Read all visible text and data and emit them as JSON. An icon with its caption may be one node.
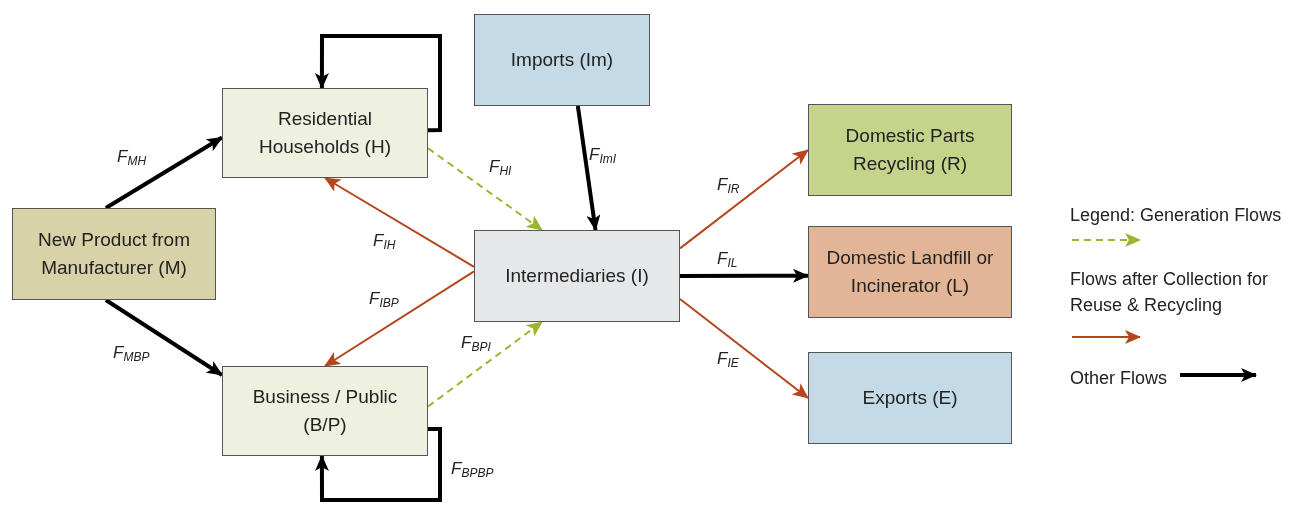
{
  "diagram": {
    "nodes": [
      {
        "text": [
          "Residential Households (H)"
        ]
      },
      {
        "text": [
          "Imports (Im)"
        ]
      },
      {
        "text": [
          "New Product from Manufacturer (M)"
        ]
      },
      {
        "text": [
          "Intermediaries (I)"
        ]
      },
      {
        "text": [
          "Business / Public (B/P)"
        ]
      },
      {
        "text": [
          "Domestic Parts Recycling (R)"
        ]
      },
      {
        "text": [
          "Domestic Landfill or Incinerator (L)"
        ]
      },
      {
        "text": [
          "Exports (E)"
        ]
      }
    ],
    "edges": [
      {
        "from": 0,
        "to": 0,
        "arrow": "to",
        "style": "thick"
      },
      {
        "from": 2,
        "to": 0,
        "arrow": "to",
        "style": "thick",
        "label": "F$_{MH}$"
      },
      {
        "from": 0,
        "to": 3,
        "arrow": "to",
        "style": "dashed",
        "color": "#9bb52e",
        "label": "F$_{HI}$"
      },
      {
        "from": 1,
        "to": 3,
        "arrow": "to",
        "style": "thick",
        "label": "F$_{ImI}$"
      },
      {
        "from": 3,
        "to": 0,
        "arrow": "to",
        "color": "#b5461c",
        "label": "F$_{IH}$"
      },
      {
        "from": 3,
        "to": 4,
        "arrow": "to",
        "color": "#b5461c",
        "label": "F$_{IBP}$"
      },
      {
        "from": 2,
        "to": 4,
        "arrow": "to",
        "style": "thick",
        "label": "F$_{MBP}$"
      },
      {
        "from": 4,
        "to": 3,
        "arrow": "to",
        "style": "dashed",
        "color": "#9bb52e",
        "label": "F$_{BPI}$"
      },
      {
        "from": 3,
        "to": 5,
        "arrow": "to",
        "color": "#b5461c",
        "label": "F$_{IR}$"
      },
      {
        "from": 3,
        "to": 6,
        "arrow": "to",
        "style": "thick",
        "label": "F$_{IL}$"
      },
      {
        "from": 3,
        "to": 7,
        "arrow": "to",
        "color": "#b5461c",
        "label": "F$_{IE}$"
      },
      {
        "from": 4,
        "to": 4,
        "arrow": "to",
        "style": "thick",
        "label": "F$_{BPBP}$"
      }
    ],
    "legend": [
      {
        "text": "Legend: Generation Flows"
      },
      {
        "text": "Flows after Collection for Reuse & Recycling"
      },
      {
        "text": "Other Flows"
      }
    ]
  }
}
